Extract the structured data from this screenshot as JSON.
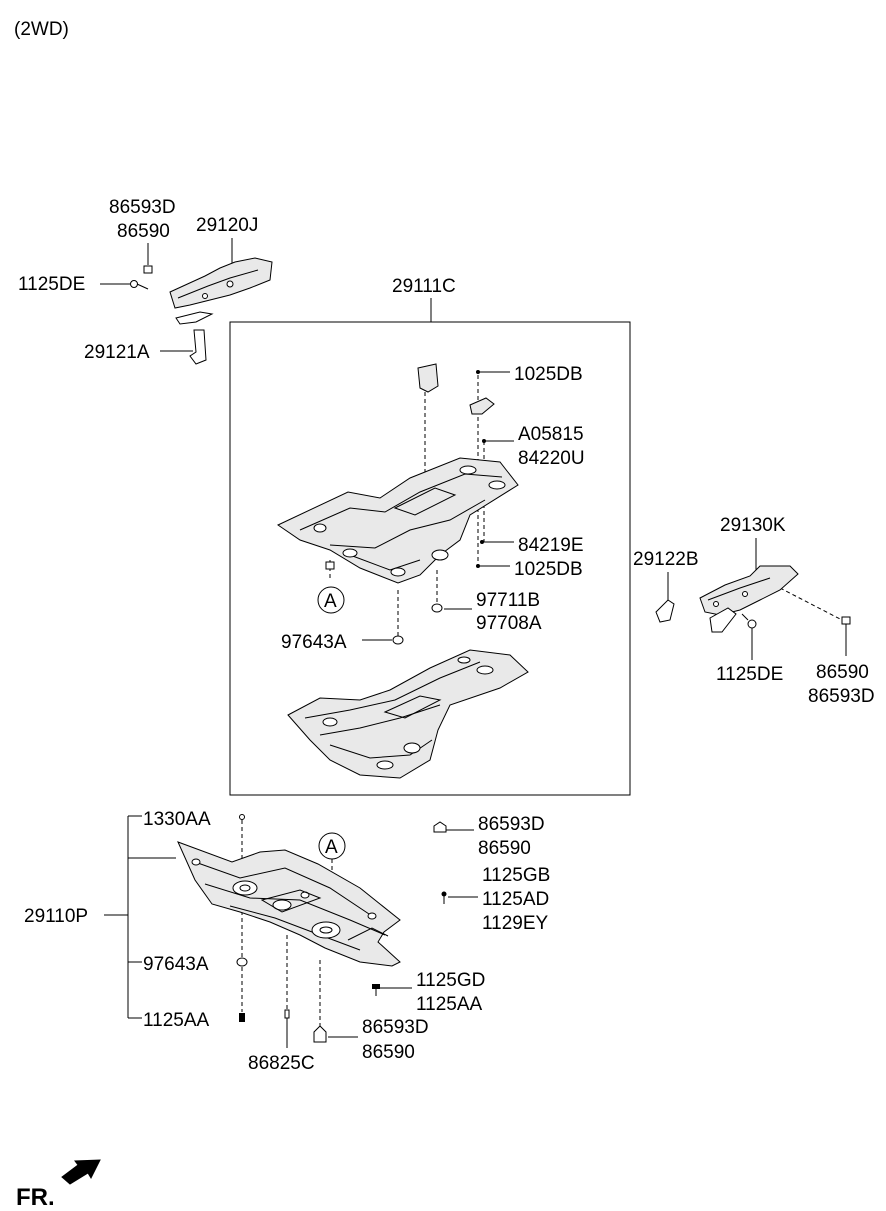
{
  "variant": "(2WD)",
  "callout_a": "A",
  "front_indicator": "FR.",
  "labels": {
    "upper_left": {
      "p86593D": "86593D",
      "p86590": "86590",
      "p29120J": "29120J",
      "p1125DE": "1125DE",
      "p29121A": "29121A"
    },
    "center_box": {
      "p29111C": "29111C",
      "p1025DB_top": "1025DB",
      "pA05815": "A05815",
      "p84220U": "84220U",
      "p84219E": "84219E",
      "p1025DB_bot": "1025DB",
      "p97711B": "97711B",
      "p97708A": "97708A",
      "p97643A": "97643A"
    },
    "right": {
      "p29122B": "29122B",
      "p29130K": "29130K",
      "p1125DE": "1125DE",
      "p86590": "86590",
      "p86593D": "86593D"
    },
    "lower": {
      "p1330AA": "1330AA",
      "p29110P": "29110P",
      "p97643A": "97643A",
      "p1125AA_left": "1125AA",
      "p86825C": "86825C",
      "p86593D_top": "86593D",
      "p86590_top": "86590",
      "p1125GB": "1125GB",
      "p1125AD": "1125AD",
      "p1129EY": "1129EY",
      "p1125GD": "1125GD",
      "p1125AA_right": "1125AA",
      "p86593D_bot": "86593D",
      "p86590_bot": "86590"
    }
  }
}
